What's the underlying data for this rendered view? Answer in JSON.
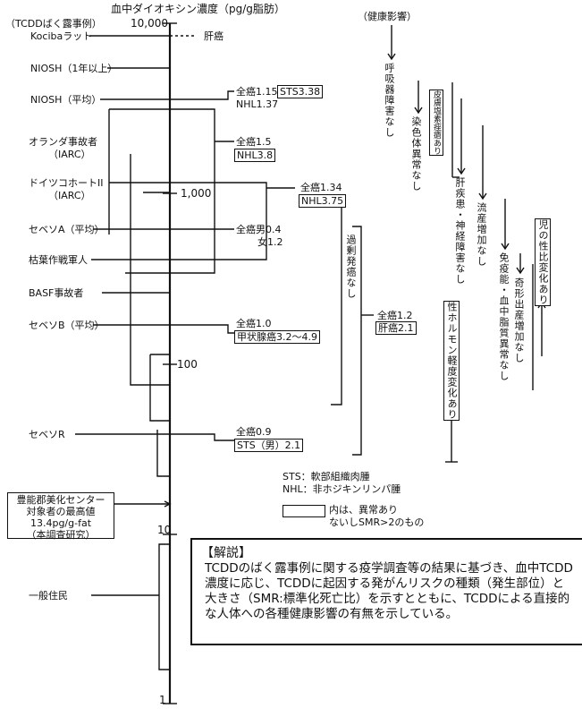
{
  "axis": {
    "title": "血中ダイオキシン濃度（pg/g脂肪）",
    "ticks": [
      "10,000",
      "1,000",
      "100",
      "10",
      "1"
    ]
  },
  "header": {
    "left": "（TCDDばく露事例）",
    "right": "（健康影響）"
  },
  "cases": [
    "Kocibaラット",
    "NIOSH（1年以上）",
    "NIOSH（平均）",
    "オランダ事故者",
    "（IARC）",
    "ドイツコホートII",
    "（IARC）",
    "セベソA（平均）",
    "枯葉作戦軍人",
    "BASF事故者",
    "セベソB（平均）",
    "セベソR",
    "一般住民"
  ],
  "center_box": [
    "豊能郡美化センター",
    "対象者の最高値",
    "13.4pg/g-fat",
    "（本調査研究）"
  ],
  "findings": {
    "koc": "肝癌",
    "n1a": "全癌1.15",
    "n1b": "STS3.38",
    "n1c": "NHL1.37",
    "ol1": "全癌1.5",
    "ol2": "NHL3.8",
    "de1": "全癌1.34",
    "de2": "NHL3.75",
    "sa1": "全癌男0.4",
    "sa2": "女1.2",
    "sb1": "全癌1.0",
    "sb2": "甲状腺癌3.2〜4.9",
    "sr1": "全癌0.9",
    "sr2": "STS（男）2.1",
    "bf1": "全癌1.2",
    "bf2": "肝癌2.1"
  },
  "effects": {
    "e1": "呼吸器障害なし",
    "e2": "染色体異常なし",
    "e3": "皮膚塩素痤瘡あり",
    "e4": "肝疾患・神経障害なし",
    "e5": "流産増加なし",
    "e6": "免疫能・血中脂質異常なし",
    "e7": "奇形出産増加なし",
    "e8": "児の性比変化あり",
    "e9": "性ホルモン軽度変化あり",
    "e10": "過剰発癌なし"
  },
  "legend": {
    "sts": "STS：軟部組織肉腫",
    "nhl": "NHL：非ホジキンリンパ腫",
    "box_note1": "内は、異常あり",
    "box_note2": "ないしSMR>2のもの"
  },
  "note": {
    "heading": "【解説】",
    "body": "TCDDのばく露事例に関する疫学調査等の結果に基づき、血中TCDD濃度に応じ、TCDDに起因する発がんリスクの種類（発生部位）と大きさ（SMR:標準化死亡比）を示すとともに、TCDDによる直接的な人体への各種健康影響の有無を示している。"
  }
}
